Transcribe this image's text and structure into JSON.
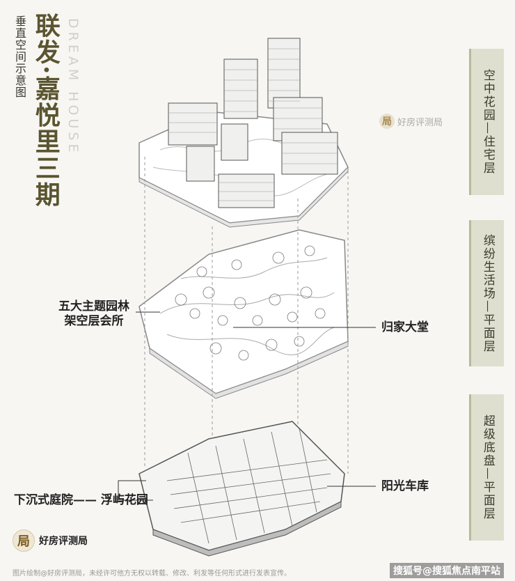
{
  "title": "联发·嘉悦里三期",
  "subtitle": "垂直空间示意图",
  "english_watermark": "DREAM HOUSE",
  "layers": [
    {
      "label": "空中花园—住宅层"
    },
    {
      "label": "缤纷生活场—平面层"
    },
    {
      "label": "超级底盘—平面层"
    }
  ],
  "callouts": {
    "left_mid_line1": "五大主题园林",
    "left_mid_line2": "架空层会所",
    "right_mid": "归家大堂",
    "left_bottom": "下沉式庭院—— 浮屿花园",
    "right_bottom": "阳光车库"
  },
  "watermark_mid": "好房评测局",
  "watermark_logo_char": "局",
  "brand": {
    "logo_char": "局",
    "name": "好房评测局"
  },
  "disclaimer": "图片绘制@好房评测局，未经许可他方无权以转载、修改、利发等任何形式进行发表宣传。",
  "corner_brand": "搜狐号@搜狐焦点南平站"
}
